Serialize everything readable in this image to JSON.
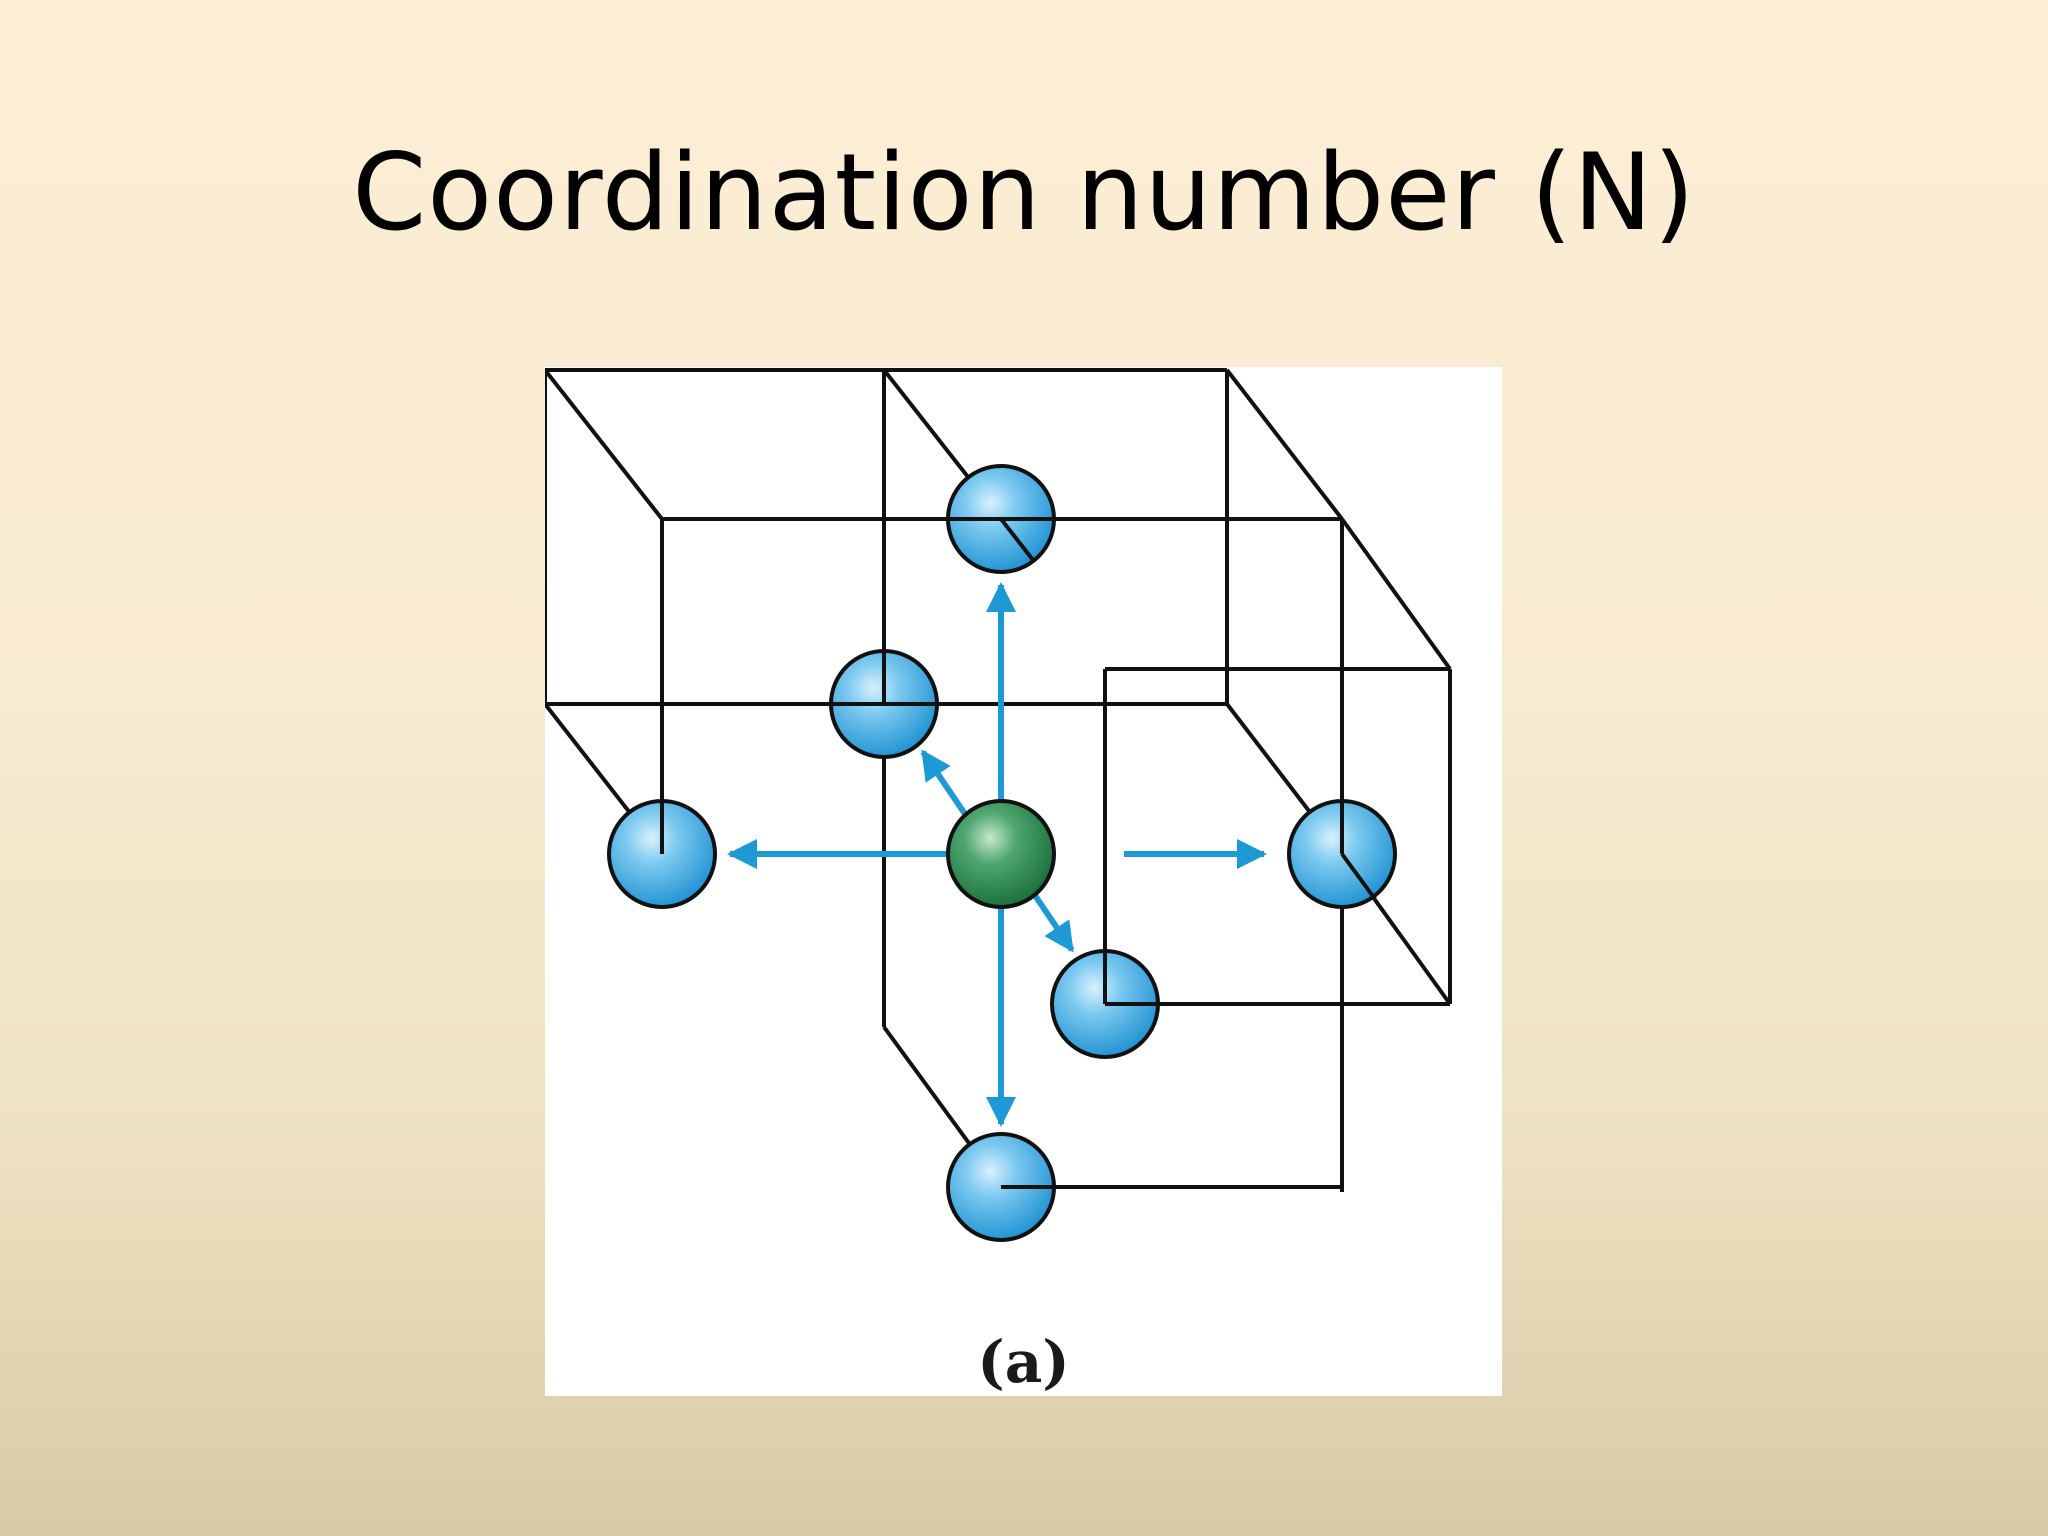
{
  "slide": {
    "title": "Coordination number (N)"
  },
  "figure": {
    "caption": "(a)",
    "atoms": [
      {
        "name": "central-atom",
        "role": "center",
        "color": "#1e7a45"
      },
      {
        "name": "neighbor-atom-top",
        "role": "neighbor",
        "color": "#2aa3e0"
      },
      {
        "name": "neighbor-atom-bottom",
        "role": "neighbor",
        "color": "#2aa3e0"
      },
      {
        "name": "neighbor-atom-left",
        "role": "neighbor",
        "color": "#2aa3e0"
      },
      {
        "name": "neighbor-atom-right",
        "role": "neighbor",
        "color": "#2aa3e0"
      },
      {
        "name": "neighbor-atom-back",
        "role": "neighbor",
        "color": "#2aa3e0"
      },
      {
        "name": "neighbor-atom-front",
        "role": "neighbor",
        "color": "#2aa3e0"
      }
    ],
    "arrow_color": "#1d9ad6",
    "line_color": "#111111"
  }
}
